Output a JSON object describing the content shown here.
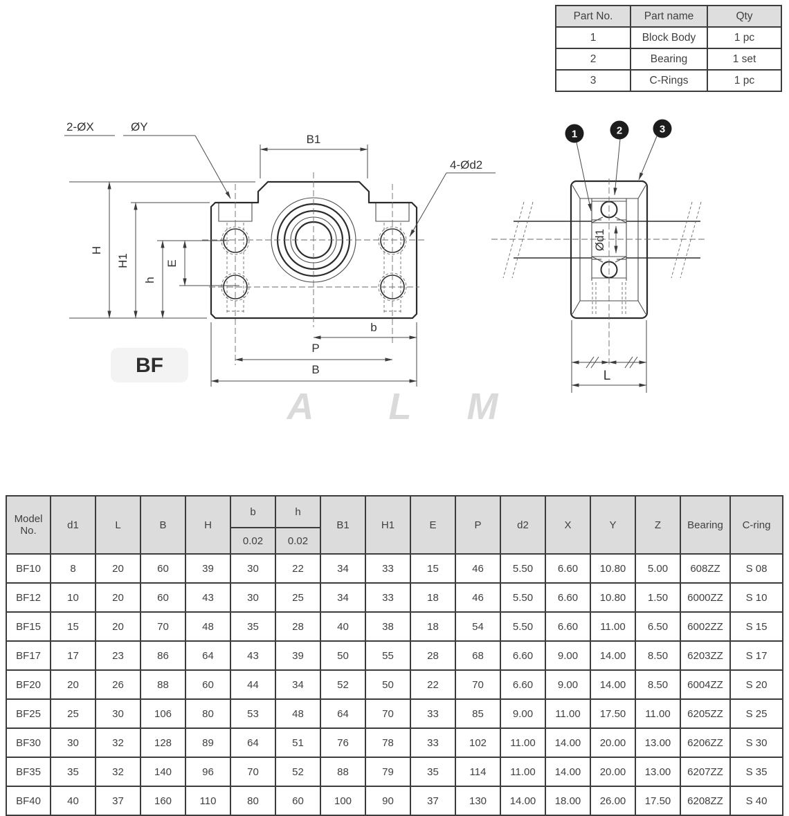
{
  "parts_table": {
    "headers": [
      "Part No.",
      "Part name",
      "Qty"
    ],
    "rows": [
      [
        "1",
        "Block Body",
        "1 pc"
      ],
      [
        "2",
        "Bearing",
        "1 set"
      ],
      [
        "3",
        "C-Rings",
        "1 pc"
      ]
    ]
  },
  "drawing": {
    "badge": "BF",
    "watermark": {
      "a": "A",
      "l": "L",
      "m": "M"
    },
    "front": {
      "label_2ox": "2-ØX",
      "label_oy": "ØY",
      "label_b1": "B1",
      "label_4od2": "4-Ød2",
      "label_h_cap": "H",
      "label_h1": "H1",
      "label_h_low": "h",
      "label_e": "E",
      "label_b_low": "b",
      "label_p": "P",
      "label_b_cap": "B"
    },
    "side": {
      "balloon_1": "1",
      "balloon_2": "2",
      "balloon_3": "3",
      "label_od1": "Ød1",
      "label_l": "L"
    }
  },
  "dim_table": {
    "col_model": "Model No.",
    "col_d1": "d1",
    "col_l": "L",
    "col_b_cap": "B",
    "col_h_cap": "H",
    "col_b_low": "b",
    "col_h_low": "h",
    "col_b1": "B1",
    "col_h1": "H1",
    "col_e": "E",
    "col_p": "P",
    "col_d2": "d2",
    "col_x": "X",
    "col_y": "Y",
    "col_z": "Z",
    "col_bearing": "Bearing",
    "col_cring": "C-ring",
    "tol_b": "0.02",
    "tol_h": "0.02",
    "rows": [
      [
        "BF10",
        "8",
        "20",
        "60",
        "39",
        "30",
        "22",
        "34",
        "33",
        "15",
        "46",
        "5.50",
        "6.60",
        "10.80",
        "5.00",
        "608ZZ",
        "S 08"
      ],
      [
        "BF12",
        "10",
        "20",
        "60",
        "43",
        "30",
        "25",
        "34",
        "33",
        "18",
        "46",
        "5.50",
        "6.60",
        "10.80",
        "1.50",
        "6000ZZ",
        "S 10"
      ],
      [
        "BF15",
        "15",
        "20",
        "70",
        "48",
        "35",
        "28",
        "40",
        "38",
        "18",
        "54",
        "5.50",
        "6.60",
        "11.00",
        "6.50",
        "6002ZZ",
        "S 15"
      ],
      [
        "BF17",
        "17",
        "23",
        "86",
        "64",
        "43",
        "39",
        "50",
        "55",
        "28",
        "68",
        "6.60",
        "9.00",
        "14.00",
        "8.50",
        "6203ZZ",
        "S 17"
      ],
      [
        "BF20",
        "20",
        "26",
        "88",
        "60",
        "44",
        "34",
        "52",
        "50",
        "22",
        "70",
        "6.60",
        "9.00",
        "14.00",
        "8.50",
        "6004ZZ",
        "S 20"
      ],
      [
        "BF25",
        "25",
        "30",
        "106",
        "80",
        "53",
        "48",
        "64",
        "70",
        "33",
        "85",
        "9.00",
        "11.00",
        "17.50",
        "11.00",
        "6205ZZ",
        "S 25"
      ],
      [
        "BF30",
        "30",
        "32",
        "128",
        "89",
        "64",
        "51",
        "76",
        "78",
        "33",
        "102",
        "11.00",
        "14.00",
        "20.00",
        "13.00",
        "6206ZZ",
        "S 30"
      ],
      [
        "BF35",
        "35",
        "32",
        "140",
        "96",
        "70",
        "52",
        "88",
        "79",
        "35",
        "114",
        "11.00",
        "14.00",
        "20.00",
        "13.00",
        "6207ZZ",
        "S 35"
      ],
      [
        "BF40",
        "40",
        "37",
        "160",
        "110",
        "80",
        "60",
        "100",
        "90",
        "37",
        "130",
        "14.00",
        "18.00",
        "26.00",
        "17.50",
        "6208ZZ",
        "S 40"
      ]
    ]
  },
  "colors": {
    "line": "#2b2b2b",
    "table_border": "#3c3c3c",
    "header_bg": "#dcdcdc",
    "badge_bg": "#f3f3f3",
    "watermark": "#dadada",
    "balloon_bg": "#1c1c1c"
  }
}
